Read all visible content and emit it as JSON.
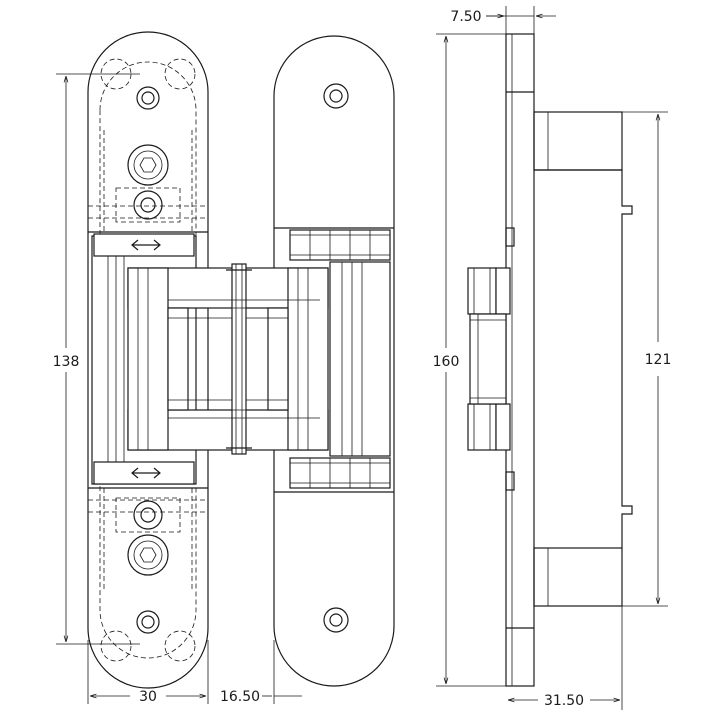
{
  "dimensions": {
    "body_height": "138",
    "overall_height": "160",
    "pin_span": "121",
    "body_width": "30",
    "leaf_width": "16.50",
    "flange_depth": "7.50",
    "total_depth": "31.50"
  },
  "colors": {
    "line": "#1a1a1a",
    "background": "#ffffff"
  }
}
